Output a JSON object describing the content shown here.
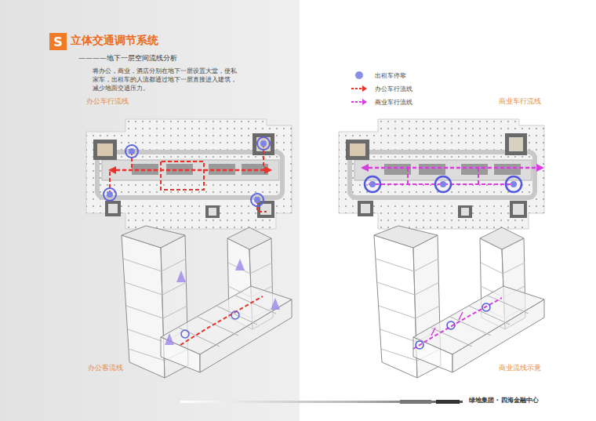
{
  "diagram": {
    "title": "立体交通调节系统",
    "nodes": [
      {
        "text": [
          "S"
        ]
      }
    ],
    "labels": [
      "————地下一层空间流线分析",
      "将办公，商业，酒店分别在地下一层设置大堂，使私家车，出租车的人流都通过地下一层直接进入建筑，减少地面交通压力。",
      "办公车行流线",
      "商业车行流线",
      "办公客流线",
      "商业流线示意",
      "绿地集团 · 四海金融中心"
    ],
    "legend": [
      {
        "text": "出租车停靠",
        "color": "#8a8fe6"
      },
      {
        "text": "办公车行流线"
      },
      {
        "text": "商业车行流线"
      }
    ]
  }
}
